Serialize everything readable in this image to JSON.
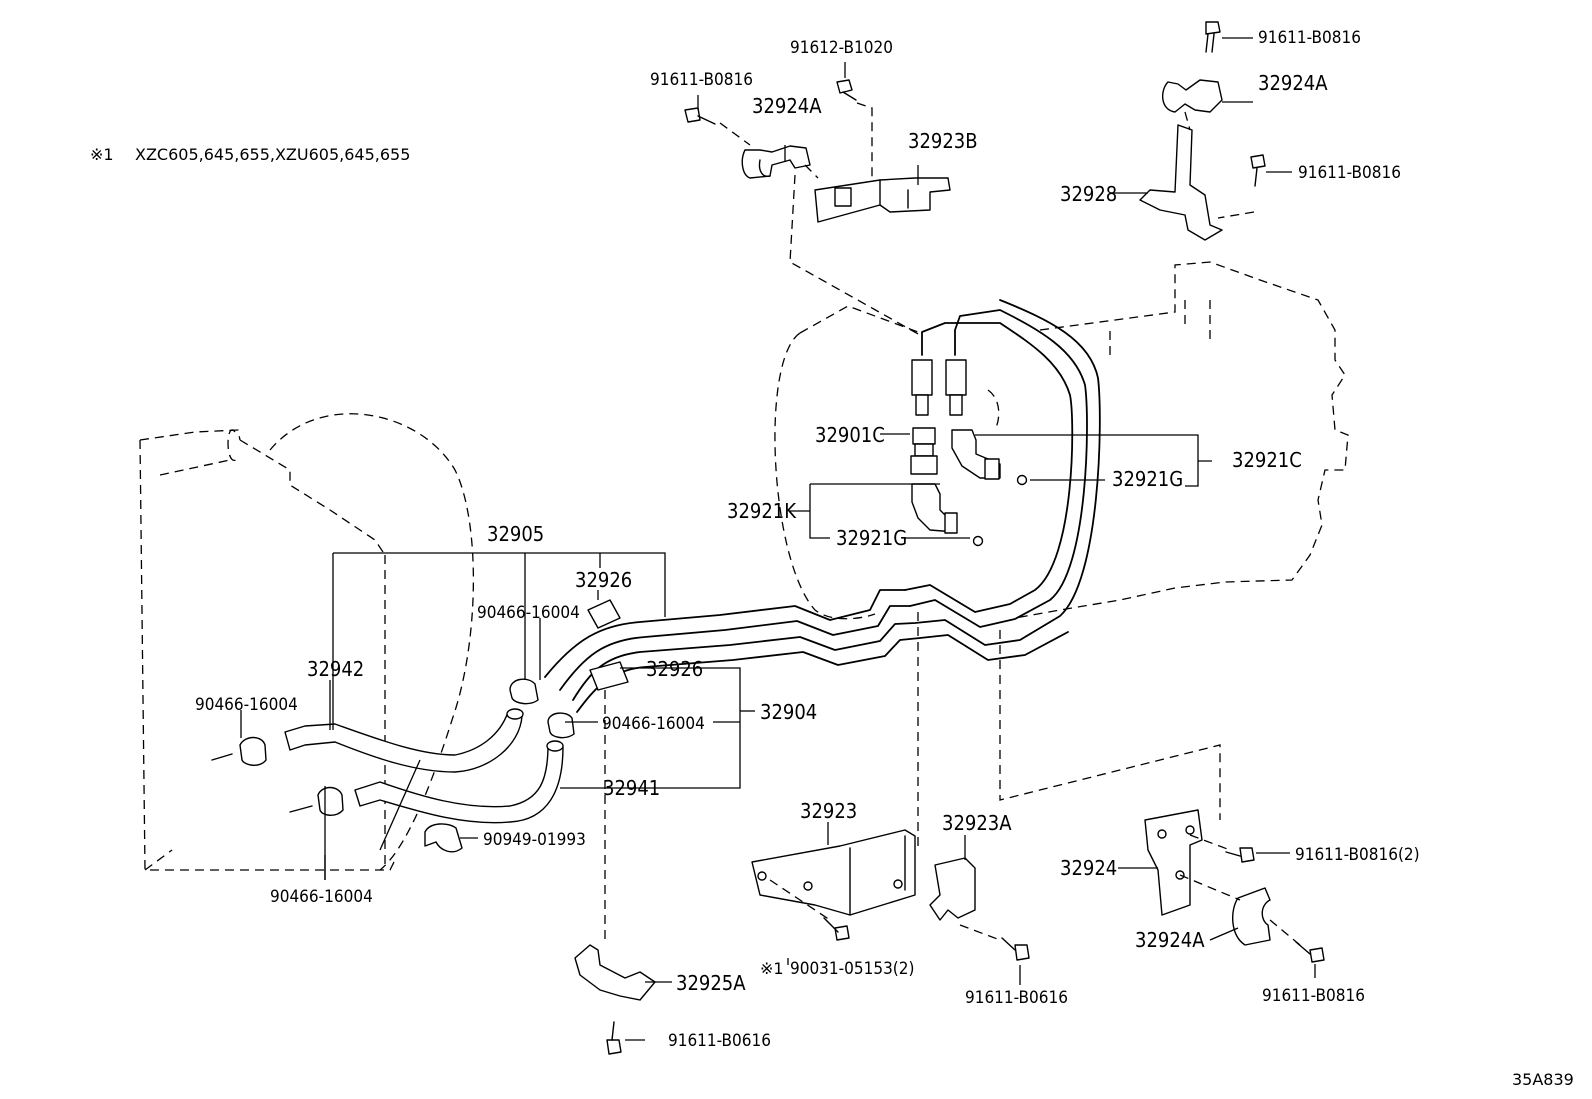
{
  "note": {
    "marker": "※1",
    "text": "XZC605,645,655,XZU605,645,655"
  },
  "diagram_id": "35A839",
  "labels": {
    "p_91612_B1020": "91612-B1020",
    "p_91611_B0816_a": "91611-B0816",
    "p_32924A_a": "32924A",
    "p_32923B": "32923B",
    "p_91611_B0816_b": "91611-B0816",
    "p_32924A_b": "32924A",
    "p_91611_B0816_c": "91611-B0816",
    "p_32928": "32928",
    "p_32901C": "32901C",
    "p_32921C": "32921C",
    "p_32921G_a": "32921G",
    "p_32921K": "32921K",
    "p_32921G_b": "32921G",
    "p_32905": "32905",
    "p_32926_a": "32926",
    "p_90466_16004_a": "90466-16004",
    "p_32942": "32942",
    "p_90466_16004_b": "90466-16004",
    "p_32926_b": "32926",
    "p_90466_16004_c": "90466-16004",
    "p_32904": "32904",
    "p_32941": "32941",
    "p_90949_01993": "90949-01993",
    "p_90466_16004_d": "90466-16004",
    "p_32923": "32923",
    "p_32923A": "32923A",
    "p_32924": "32924",
    "p_91611_B0816_2": "91611-B0816(2)",
    "p_32924A_c": "32924A",
    "p_91611_B0816_d": "91611-B0816",
    "p_32925A": "32925A",
    "p_note_ref": "※1",
    "p_90031_05153_2": "90031-05153(2)",
    "p_91611_B0616_a": "91611-B0616",
    "p_91611_B0616_b": "91611-B0616"
  }
}
